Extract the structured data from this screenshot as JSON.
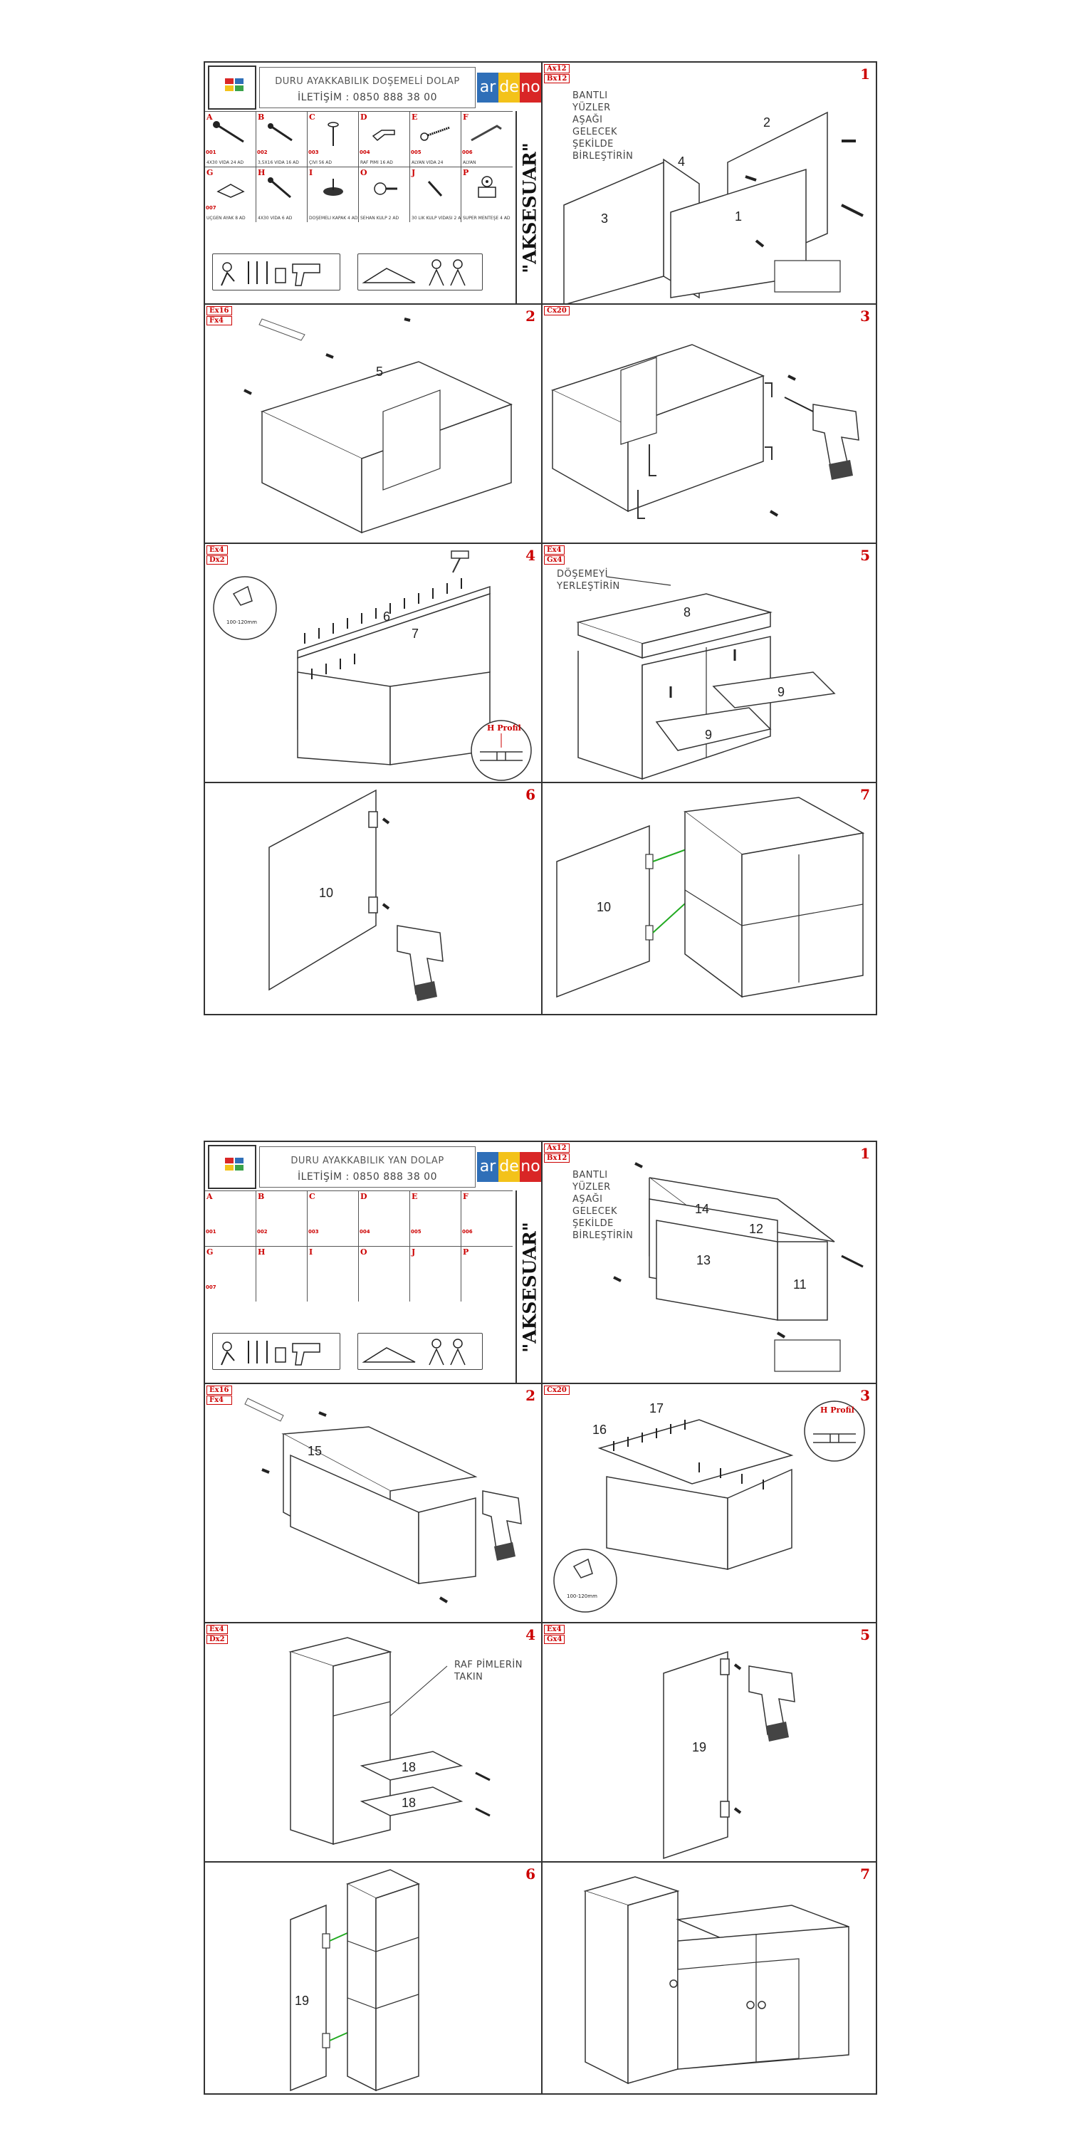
{
  "sheet1": {
    "title": "DURU AYAKKABILIK DOŞEMELİ DOLAP",
    "contact": "İLETİŞİM : 0850 888 38 00",
    "brand": [
      "ar",
      "de",
      "no"
    ],
    "brand_colors": [
      "#2f6fb8",
      "#f3c21a",
      "#d92626"
    ],
    "accessory_label": "\"AKSESUAR\"",
    "parts": [
      {
        "code": "A",
        "num": "001",
        "label": "4X30 VİDA 24 AD",
        "icon": "screw-icon"
      },
      {
        "code": "B",
        "num": "002",
        "label": "3,5X16 VİDA 16 AD",
        "icon": "screw-icon"
      },
      {
        "code": "C",
        "num": "003",
        "label": "ÇİVİ 56 AD",
        "icon": "nail-icon"
      },
      {
        "code": "D",
        "num": "004",
        "label": "RAF PİMİ 16 AD",
        "icon": "shelf-pin-icon"
      },
      {
        "code": "E",
        "num": "005",
        "label": "ALYAN VİDA 24",
        "icon": "allen-screw-icon"
      },
      {
        "code": "F",
        "num": "006",
        "label": "ALYAN",
        "icon": "allen-key-icon"
      },
      {
        "code": "G",
        "num": "007",
        "label": "ÜÇGEN AYAK 8 AD",
        "icon": "foot-icon"
      },
      {
        "code": "H",
        "num": "",
        "label": "4X30 VİDA 6 AD",
        "icon": "screw-icon"
      },
      {
        "code": "I",
        "num": "",
        "label": "DOŞEMELİ KAPAK 4 AD",
        "icon": "pin-icon"
      },
      {
        "code": "O",
        "num": "",
        "label": "SEHAN KULP 2 AD",
        "icon": "knob-icon"
      },
      {
        "code": "J",
        "num": "",
        "label": "30 LIK KULP VİDASI 2 AD",
        "icon": "screw-icon"
      },
      {
        "code": "P",
        "num": "",
        "label": "SUPER MENTEŞE 4 AD",
        "icon": "hinge-icon"
      }
    ],
    "steps": [
      {
        "num": "1",
        "qty": [
          "Ax12",
          "Bx12"
        ],
        "note": "BANTLI\nYÜZLER\nAŞAĞI\nGELECEK\nŞEKİLDE\nBİRLEŞTİRİN",
        "labels": [
          "1",
          "2",
          "3",
          "4"
        ]
      },
      {
        "num": "2",
        "qty": [
          "Ex16",
          "Fx4"
        ],
        "labels": [
          "5"
        ]
      },
      {
        "num": "3",
        "qty": [
          "Cx20"
        ],
        "labels": []
      },
      {
        "num": "4",
        "qty": [
          "Ex4",
          "Dx2"
        ],
        "labels": [
          "6",
          "7"
        ],
        "profile": "H Profil",
        "spacing": "100-120mm"
      },
      {
        "num": "5",
        "qty": [
          "Ex4",
          "Gx4"
        ],
        "note": "DÖŞEMEYİ\nYERLEŞTİRİN",
        "labels": [
          "8",
          "9",
          "9"
        ]
      },
      {
        "num": "6",
        "qty": [],
        "labels": [
          "10"
        ]
      },
      {
        "num": "7",
        "qty": [],
        "labels": [
          "10"
        ]
      }
    ]
  },
  "sheet2": {
    "title": "DURU AYAKKABILIK YAN DOLAP",
    "contact": "İLETİŞİM : 0850 888 38 00",
    "brand": [
      "ar",
      "de",
      "no"
    ],
    "accessory_label": "\"AKSESUAR\"",
    "parts": [
      {
        "code": "A",
        "num": "001",
        "label": "",
        "icon": ""
      },
      {
        "code": "B",
        "num": "002",
        "label": "",
        "icon": ""
      },
      {
        "code": "C",
        "num": "003",
        "label": "",
        "icon": ""
      },
      {
        "code": "D",
        "num": "004",
        "label": "",
        "icon": ""
      },
      {
        "code": "E",
        "num": "005",
        "label": "",
        "icon": ""
      },
      {
        "code": "F",
        "num": "006",
        "label": "",
        "icon": ""
      },
      {
        "code": "G",
        "num": "007",
        "label": "",
        "icon": ""
      },
      {
        "code": "H",
        "num": "",
        "label": "",
        "icon": ""
      },
      {
        "code": "I",
        "num": "",
        "label": "",
        "icon": ""
      },
      {
        "code": "O",
        "num": "",
        "label": "",
        "icon": ""
      },
      {
        "code": "J",
        "num": "",
        "label": "",
        "icon": ""
      },
      {
        "code": "P",
        "num": "",
        "label": "",
        "icon": ""
      }
    ],
    "steps": [
      {
        "num": "1",
        "qty": [
          "Ax12",
          "Bx12"
        ],
        "note": "BANTLI\nYÜZLER\nAŞAĞI\nGELECEK\nŞEKİLDE\nBİRLEŞTİRİN",
        "labels": [
          "14",
          "12",
          "13",
          "11"
        ]
      },
      {
        "num": "2",
        "qty": [
          "Ex16",
          "Fx4"
        ],
        "labels": [
          "15"
        ]
      },
      {
        "num": "3",
        "qty": [
          "Cx20"
        ],
        "labels": [
          "17",
          "16"
        ],
        "profile": "H Profil",
        "spacing": "100-120mm"
      },
      {
        "num": "4",
        "qty": [
          "Ex4",
          "Dx2"
        ],
        "note": "RAF PİMLERİN\nTAKIN",
        "labels": [
          "18",
          "18"
        ]
      },
      {
        "num": "5",
        "qty": [
          "Ex4",
          "Gx4"
        ],
        "labels": [
          "19"
        ]
      },
      {
        "num": "6",
        "qty": [],
        "labels": [
          "19"
        ]
      },
      {
        "num": "7",
        "qty": [],
        "labels": []
      }
    ]
  }
}
